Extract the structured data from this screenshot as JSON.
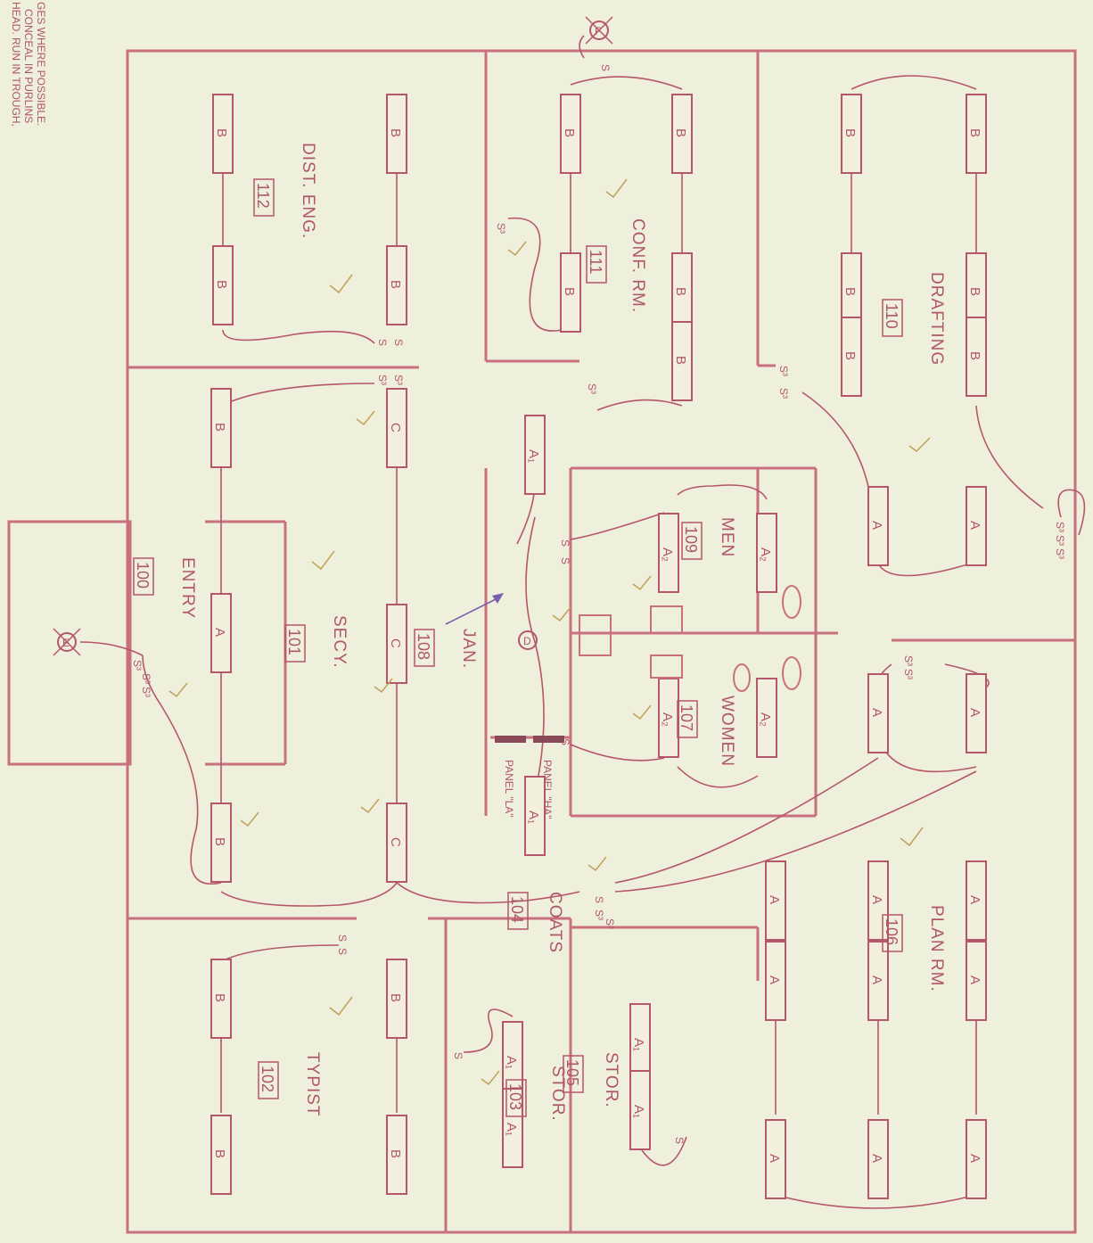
{
  "notes": [
    "HEAD. RUN IN TROUGH,",
    "CONCEAL IN PURLINS",
    "GES WHERE POSSIBLE."
  ],
  "rooms": [
    {
      "id": "r100",
      "name": "ENTRY",
      "number": "100"
    },
    {
      "id": "r101",
      "name": "SECY.",
      "number": "101"
    },
    {
      "id": "r102",
      "name": "TYPIST",
      "number": "102"
    },
    {
      "id": "r103",
      "name": "STOR.",
      "number": "103"
    },
    {
      "id": "r104",
      "name": "COATS",
      "number": "104"
    },
    {
      "id": "r105",
      "name": "STOR.",
      "number": "105"
    },
    {
      "id": "r106",
      "name": "PLAN RM.",
      "number": "106"
    },
    {
      "id": "r107",
      "name": "WOMEN",
      "number": "107"
    },
    {
      "id": "r108",
      "name": "JAN.",
      "number": "108"
    },
    {
      "id": "r109",
      "name": "MEN",
      "number": "109"
    },
    {
      "id": "r110",
      "name": "DRAFTING",
      "number": "110"
    },
    {
      "id": "r111",
      "name": "CONF. RM.",
      "number": "111"
    },
    {
      "id": "r112",
      "name": "DIST. ENG.",
      "number": "112"
    }
  ],
  "fixture_types": {
    "A": "A",
    "A1": "A₁",
    "A2": "A₂",
    "B": "B",
    "C": "C"
  },
  "panels": [
    "PANEL \"HA\"",
    "PANEL \"LA\""
  ],
  "switch_symbols": {
    "s": "S",
    "s3": "S³"
  },
  "outlets": {
    "e": "E",
    "f": "F",
    "d": "D"
  },
  "colors": {
    "paper": "#eef0dc",
    "ink": "#b0566a",
    "wall": "#c9707c",
    "check": "#c2a05a",
    "arrow": "#7a5fb0"
  }
}
